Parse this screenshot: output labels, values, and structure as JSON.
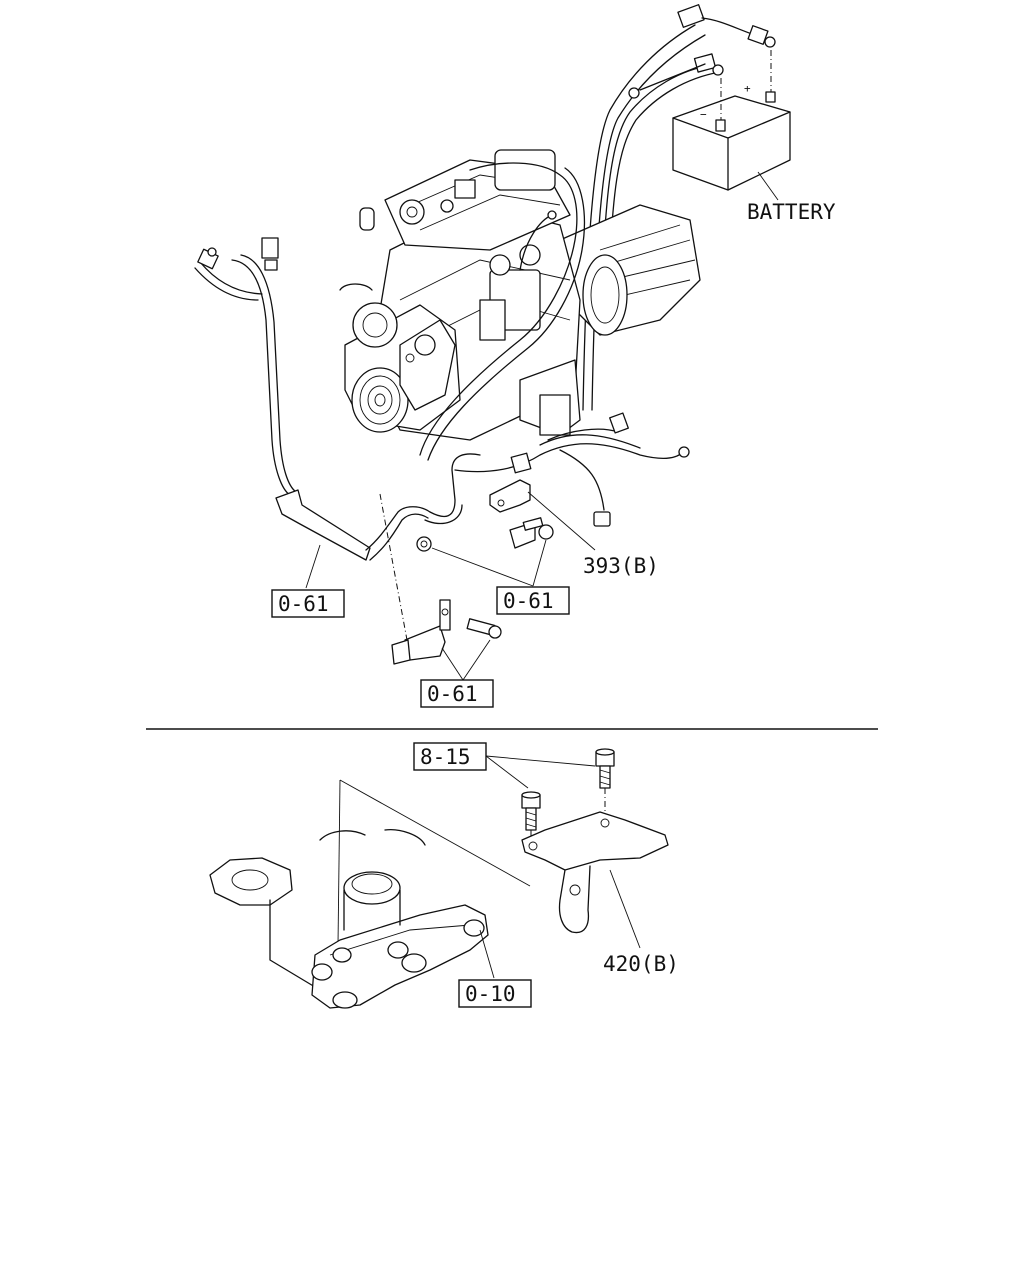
{
  "labels": {
    "battery": "BATTERY",
    "ref_393b": "393(B)",
    "ref_420b": "420(B)",
    "ref_0_61_left": "0-61",
    "ref_0_61_right": "0-61",
    "ref_0_61_bottom": "0-61",
    "ref_8_15": "8-15",
    "ref_0_10": "0-10"
  }
}
